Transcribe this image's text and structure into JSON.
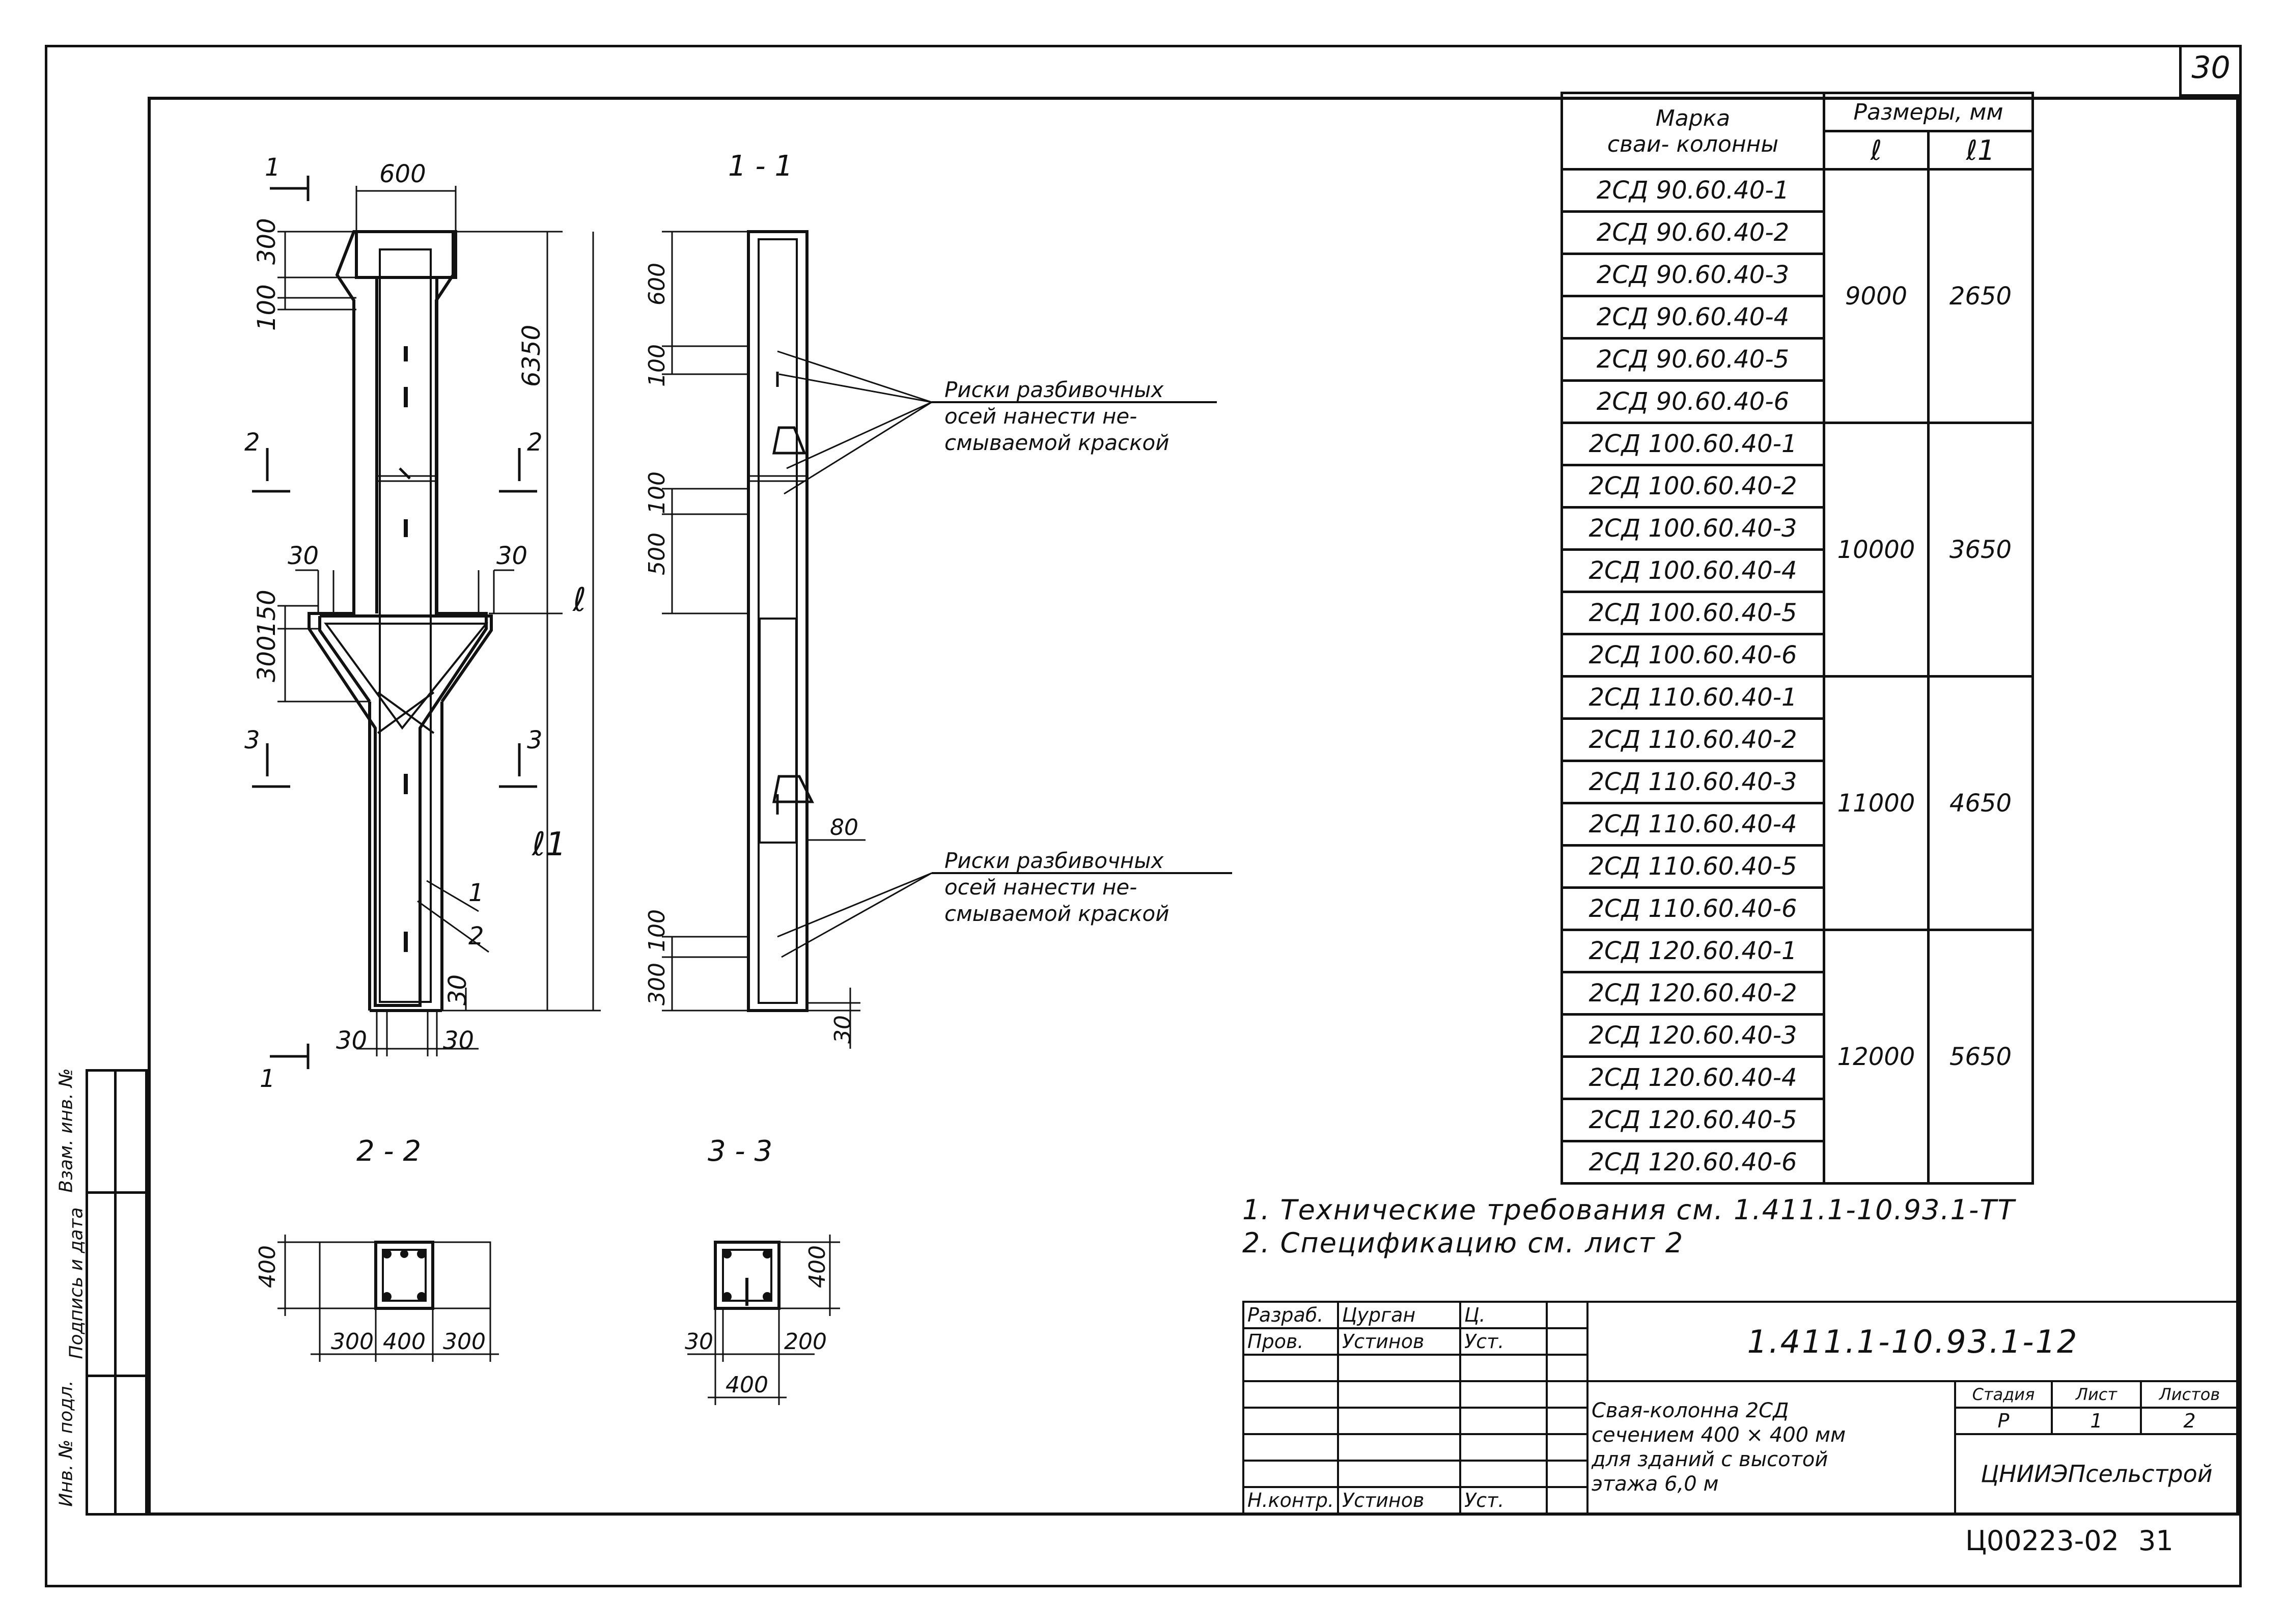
{
  "sheet_number": "30",
  "page_code": "Ц00223-02",
  "page_number": "31",
  "sections": {
    "s11": "1 - 1",
    "s22": "2 - 2",
    "s33": "3 - 3"
  },
  "marks": {
    "m1": "1",
    "m2": "2",
    "m3": "3",
    "l": "ℓ",
    "l1": "ℓ1"
  },
  "dims": {
    "d600": "600",
    "d300": "300",
    "d100": "100",
    "d6350": "6350",
    "d30a": "30",
    "d30b": "30",
    "d150": "150",
    "d300b": "300",
    "d30c": "30",
    "d30d": "30",
    "d30e": "30",
    "s_600": "600",
    "s_100": "100",
    "s_100b": "100",
    "s_500": "500",
    "s_100c": "100",
    "s_300": "300",
    "s_30": "30",
    "s_80": "80",
    "c2_400": "400",
    "c2_300a": "300",
    "c2_400b": "400",
    "c2_300b": "300",
    "c3_400": "400",
    "c3_30": "30",
    "c3_200": "200",
    "c3_400b": "400"
  },
  "callouts": {
    "c1_line1": "Риски разбивочных",
    "c1_line2": "осей нанести не-",
    "c1_line3": "смываемой краской",
    "c2_line1": "Риски разбивочных",
    "c2_line2": "осей нанести не-",
    "c2_line3": "смываемой краской"
  },
  "table": {
    "col_mark": [
      "Марка",
      "сваи- колонны"
    ],
    "col_sizes": "Размеры, мм",
    "col_l": "ℓ",
    "col_l1": "ℓ1",
    "groups": [
      {
        "l": "9000",
        "l1": "2650",
        "rows": [
          "2СД 90.60.40-1",
          "2СД 90.60.40-2",
          "2СД 90.60.40-3",
          "2СД 90.60.40-4",
          "2СД 90.60.40-5",
          "2СД 90.60.40-6"
        ]
      },
      {
        "l": "10000",
        "l1": "3650",
        "rows": [
          "2СД 100.60.40-1",
          "2СД 100.60.40-2",
          "2СД 100.60.40-3",
          "2СД 100.60.40-4",
          "2СД 100.60.40-5",
          "2СД 100.60.40-6"
        ]
      },
      {
        "l": "11000",
        "l1": "4650",
        "rows": [
          "2СД 110.60.40-1",
          "2СД 110.60.40-2",
          "2СД 110.60.40-3",
          "2СД 110.60.40-4",
          "2СД 110.60.40-5",
          "2СД 110.60.40-6"
        ]
      },
      {
        "l": "12000",
        "l1": "5650",
        "rows": [
          "2СД 120.60.40-1",
          "2СД 120.60.40-2",
          "2СД 120.60.40-3",
          "2СД 120.60.40-4",
          "2СД 120.60.40-5",
          "2СД 120.60.40-6"
        ]
      }
    ]
  },
  "notes": {
    "n1": "1. Технические требования см. 1.411.1-10.93.1-ТТ",
    "n2": "2. Спецификацию см. лист 2"
  },
  "title_block": {
    "role1": "Разраб.",
    "name1": "Цурган",
    "sign1": "Ц.",
    "role2": "Пров.",
    "name2": "Устинов",
    "sign2": "Уст.",
    "role3": "Н.контр.",
    "name3": "Устинов",
    "sign3": "Уст.",
    "code": "1.411.1-10.93.1-12",
    "description": [
      "Свая-колонна 2СД",
      "сечением 400 × 400 мм",
      "для зданий с высотой",
      "этажа 6,0 м"
    ],
    "h_stage": "Стадия",
    "h_sheet": "Лист",
    "h_sheets": "Листов",
    "stage": "Р",
    "sheet": "1",
    "sheets": "2",
    "org": "ЦНИИЭПсельстрой"
  },
  "margin_stamp": {
    "inv_orig": "Инв. № подл.",
    "sign_date": "Подпись и дата",
    "inv_repl": "Взам. инв. №"
  }
}
